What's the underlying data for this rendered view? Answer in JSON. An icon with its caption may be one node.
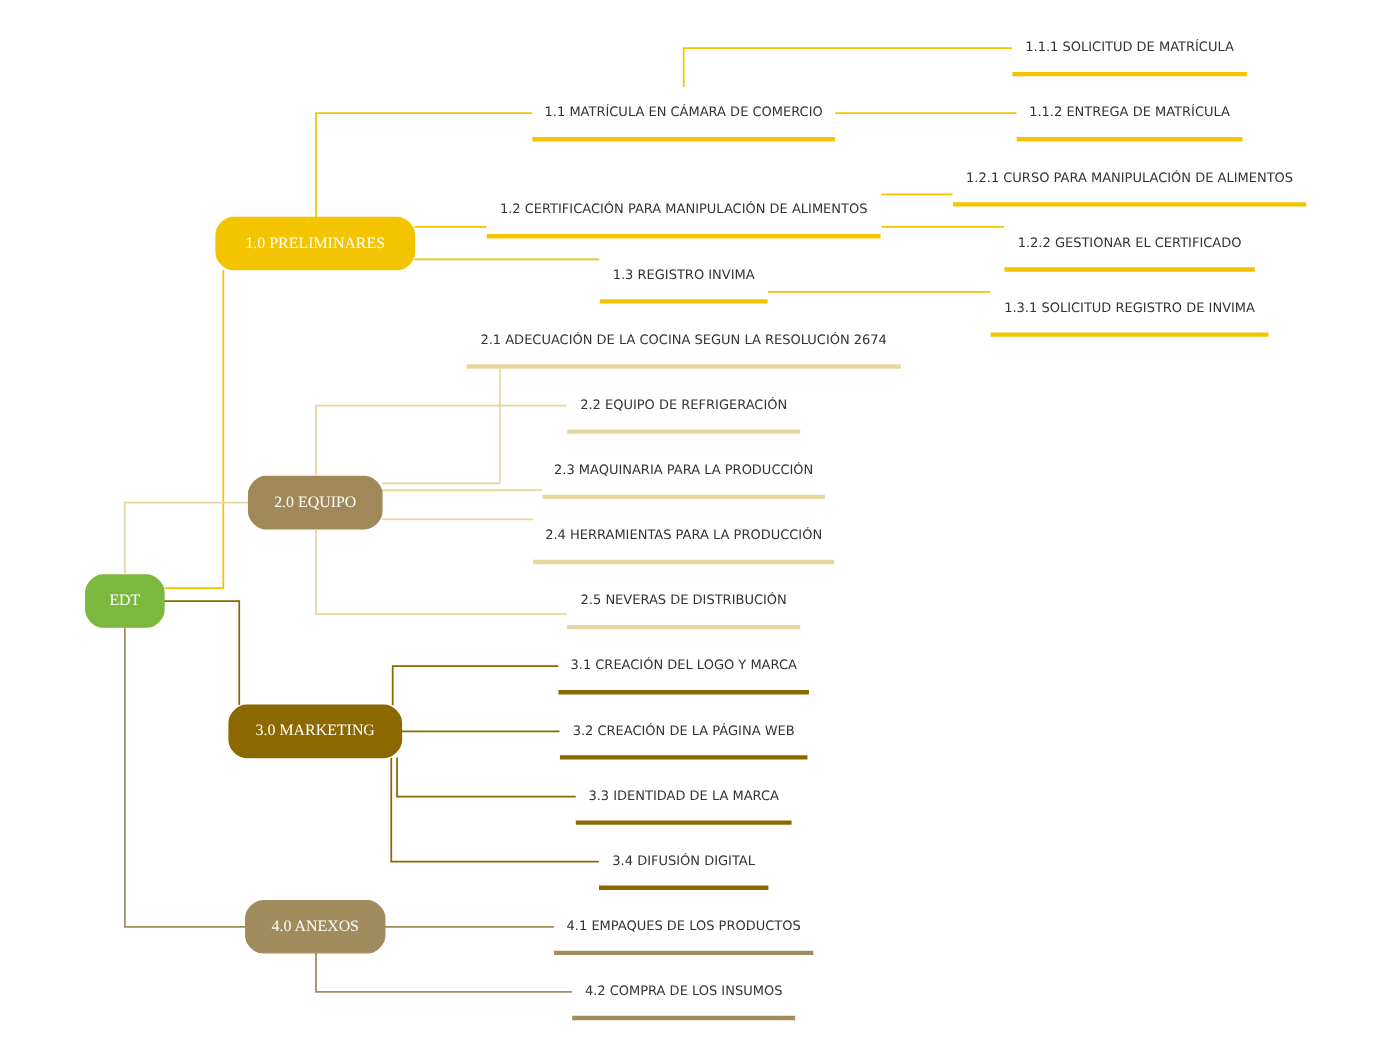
{
  "diagram": {
    "nodes": [
      {
        "text": [
          "EDT"
        ]
      },
      {
        "text": [
          "1.0 PRELIMINARES"
        ]
      },
      {
        "text": [
          "1.1 MATRÍCULA EN CÁMARA DE COMERCIO"
        ]
      },
      {
        "text": [
          "1.1.1 SOLICITUD DE MATRÍCULA"
        ]
      },
      {
        "text": [
          "1.1.2 ENTREGA DE MATRÍCULA"
        ]
      },
      {
        "text": [
          "1.2 CERTIFICACIÓN PARA MANIPULACIÓN DE ALIMENTOS"
        ]
      },
      {
        "text": [
          "1.2.1 CURSO PARA MANIPULACIÓN DE ALIMENTOS"
        ]
      },
      {
        "text": [
          "1.2.2 GESTIONAR EL CERTIFICADO"
        ]
      },
      {
        "text": [
          "1.3 REGISTRO INVIMA"
        ]
      },
      {
        "text": [
          "1.3.1 SOLICITUD REGISTRO DE INVIMA"
        ]
      },
      {
        "text": [
          "2.0 EQUIPO"
        ]
      },
      {
        "text": [
          "2.1 ADECUACIÓN DE LA COCINA SEGUN LA RESOLUCIÓN 2674"
        ]
      },
      {
        "text": [
          "2.2 EQUIPO DE REFRIGERACIÓN"
        ]
      },
      {
        "text": [
          "2.3 MAQUINARIA PARA LA PRODUCCIÓN"
        ]
      },
      {
        "text": [
          "2.4 HERRAMIENTAS PARA LA PRODUCCIÓN"
        ]
      },
      {
        "text": [
          "2.5 NEVERAS DE DISTRIBUCIÓN"
        ]
      },
      {
        "text": [
          "3.0 MARKETING"
        ]
      },
      {
        "text": [
          "3.1 CREACIÓN DEL LOGO Y MARCA"
        ]
      },
      {
        "text": [
          "3.2 CREACIÓN DE LA PÁGINA WEB"
        ]
      },
      {
        "text": [
          "3.3 IDENTIDAD DE LA MARCA"
        ]
      },
      {
        "text": [
          "3.4 DIFUSIÓN DIGITAL"
        ]
      },
      {
        "text": [
          "4.0 ANEXOS"
        ]
      },
      {
        "text": [
          "4.1 EMPAQUES DE LOS PRODUCTOS"
        ]
      },
      {
        "text": [
          "4.2 COMPRA DE LOS INSUMOS"
        ]
      }
    ],
    "edges": [
      {
        "from": 0,
        "to": 1,
        "arrow": "none",
        "color": "#f5c400"
      },
      {
        "from": 1,
        "to": 2,
        "arrow": "none",
        "color": "#f5c400"
      },
      {
        "from": 2,
        "to": 3,
        "arrow": "none",
        "color": "#f5c400"
      },
      {
        "from": 2,
        "to": 4,
        "arrow": "none",
        "color": "#f5c400"
      },
      {
        "from": 1,
        "to": 5,
        "arrow": "none",
        "color": "#f5c400"
      },
      {
        "from": 5,
        "to": 6,
        "arrow": "none",
        "color": "#f5c400"
      },
      {
        "from": 5,
        "to": 7,
        "arrow": "none",
        "color": "#f5c400"
      },
      {
        "from": 1,
        "to": 8,
        "arrow": "none",
        "color": "#f5c400"
      },
      {
        "from": 8,
        "to": 9,
        "arrow": "none",
        "color": "#f5c400"
      },
      {
        "from": 0,
        "to": 10,
        "arrow": "none",
        "color": "#e8d6a0"
      },
      {
        "from": 10,
        "to": 11,
        "arrow": "none",
        "color": "#e8d6a0"
      },
      {
        "from": 10,
        "to": 12,
        "arrow": "none",
        "color": "#e8d6a0"
      },
      {
        "from": 10,
        "to": 13,
        "arrow": "none",
        "color": "#e8d6a0"
      },
      {
        "from": 10,
        "to": 14,
        "arrow": "none",
        "color": "#e8d6a0"
      },
      {
        "from": 10,
        "to": 15,
        "arrow": "none",
        "color": "#e8d6a0"
      },
      {
        "from": 0,
        "to": 16,
        "arrow": "none",
        "color": "#8c6800"
      },
      {
        "from": 16,
        "to": 17,
        "arrow": "none",
        "color": "#8c6800"
      },
      {
        "from": 16,
        "to": 18,
        "arrow": "none",
        "color": "#8c6800"
      },
      {
        "from": 16,
        "to": 19,
        "arrow": "none",
        "color": "#8c6800"
      },
      {
        "from": 16,
        "to": 20,
        "arrow": "none",
        "color": "#8c6800"
      },
      {
        "from": 0,
        "to": 21,
        "arrow": "none",
        "color": "#a08c5c"
      },
      {
        "from": 21,
        "to": 22,
        "arrow": "none",
        "color": "#a08c5c"
      },
      {
        "from": 21,
        "to": 23,
        "arrow": "none",
        "color": "#a08c5c"
      }
    ]
  }
}
